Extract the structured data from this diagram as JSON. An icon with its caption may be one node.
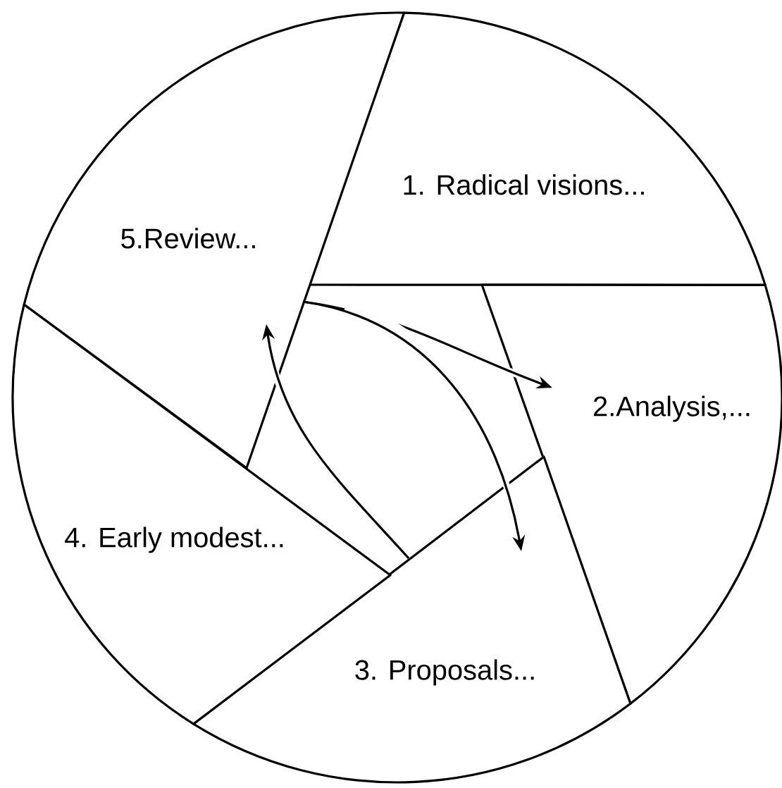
{
  "diagram": {
    "nodes": [
      {
        "text": [
          "1. Radical visions..."
        ]
      },
      {
        "text": [
          "2.Analysis,..."
        ]
      },
      {
        "text": [
          "3. Proposals..."
        ]
      },
      {
        "text": [
          "4. Early modest..."
        ]
      },
      {
        "text": [
          "5.Review..."
        ]
      }
    ],
    "edges": [
      {
        "from": 4,
        "to": 1,
        "arrow": "to"
      },
      {
        "from": 4,
        "to": 2,
        "arrow": "to"
      },
      {
        "from": 2,
        "to": 4,
        "arrow": "to"
      }
    ]
  }
}
